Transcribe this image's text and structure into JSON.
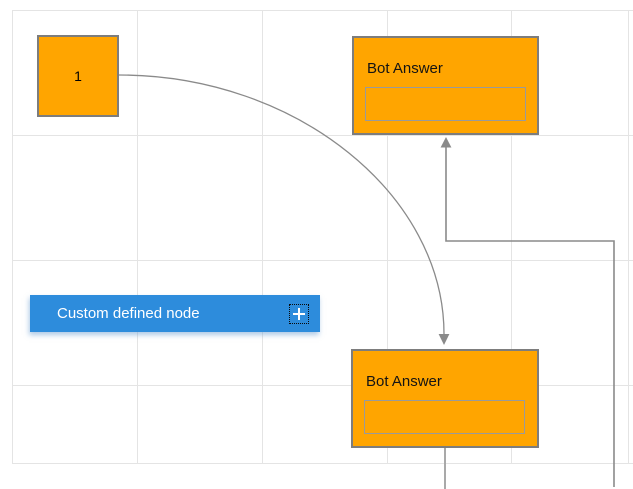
{
  "colors": {
    "canvas_bg": "#ffffff",
    "grid": "#e4e4e4",
    "node_fill": "#FFA500",
    "node_border": "#7d7d7d",
    "input_border": "#9a9a9a",
    "custom_node_fill": "#2D8CDC",
    "custom_node_text": "#ffffff",
    "connector": "#8a8a8a",
    "connector_stub": "#a9a9a9"
  },
  "nodes": {
    "start": {
      "label": "1"
    },
    "bot_answer_top": {
      "title": "Bot Answer",
      "input_value": ""
    },
    "bot_answer_bottom": {
      "title": "Bot Answer",
      "input_value": ""
    },
    "custom": {
      "label": "Custom defined node",
      "icon": "plus-icon"
    }
  }
}
